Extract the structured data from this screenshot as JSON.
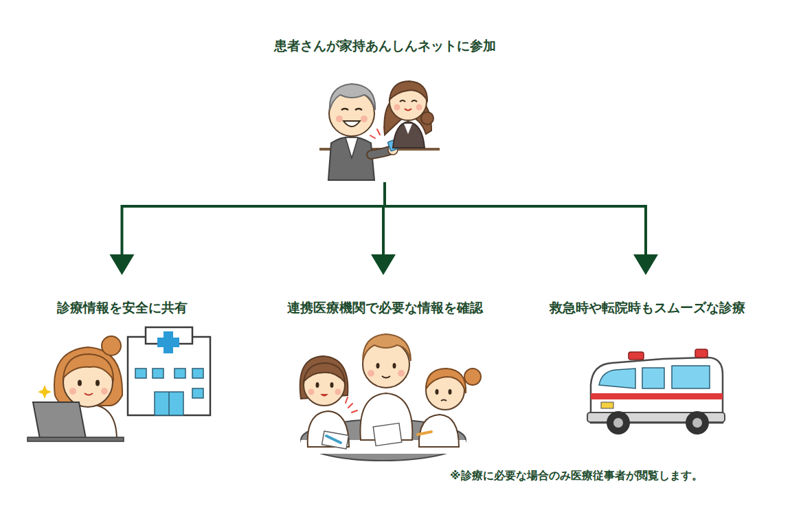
{
  "diagram": {
    "nodes": [
      {
        "text": [
          "患者さんが家持あんしんネットに参加"
        ]
      },
      {
        "text": [
          "診療情報を安全に共有"
        ]
      },
      {
        "text": [
          "連携医療機関で必要な情報を確認"
        ]
      },
      {
        "text": [
          "救急時や転院時もスムーズな診療"
        ]
      }
    ],
    "edges": [
      {
        "from": 0,
        "to": 1,
        "arrow": "to"
      },
      {
        "from": 0,
        "to": 2,
        "arrow": "to"
      },
      {
        "from": 0,
        "to": 3,
        "arrow": "to"
      }
    ],
    "labels": [
      "※診療に必要な場合のみ医療従事者が閲覧します。"
    ]
  }
}
